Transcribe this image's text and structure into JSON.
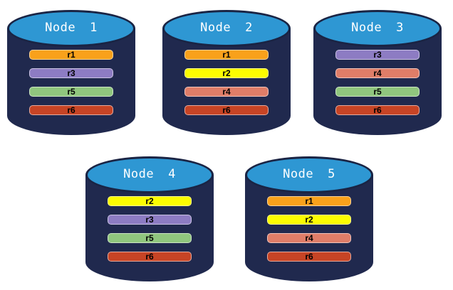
{
  "colors": {
    "cylinder_body": "#20294E",
    "cylinder_top": "#2E97D3",
    "cylinder_outline": "#1A2444",
    "title_text": "#FFFFFF",
    "bar_label": "#000000",
    "bar_border": "rgba(255,255,255,0.55)",
    "background": "#FFFFFF"
  },
  "replica_colors": {
    "r1": "#F9A11B",
    "r2": "#FCFC00",
    "r3": "#8D7CC3",
    "r4": "#DF7D68",
    "r5": "#90C67E",
    "r6": "#C74425"
  },
  "nodes": [
    {
      "title": "Node 1",
      "replicas": [
        "r1",
        "r3",
        "r5",
        "r6"
      ]
    },
    {
      "title": "Node 2",
      "replicas": [
        "r1",
        "r2",
        "r4",
        "r6"
      ]
    },
    {
      "title": "Node 3",
      "replicas": [
        "r3",
        "r4",
        "r5",
        "r6"
      ]
    },
    {
      "title": "Node 4",
      "replicas": [
        "r2",
        "r3",
        "r5",
        "r6"
      ]
    },
    {
      "title": "Node 5",
      "replicas": [
        "r1",
        "r2",
        "r4",
        "r6"
      ]
    }
  ]
}
